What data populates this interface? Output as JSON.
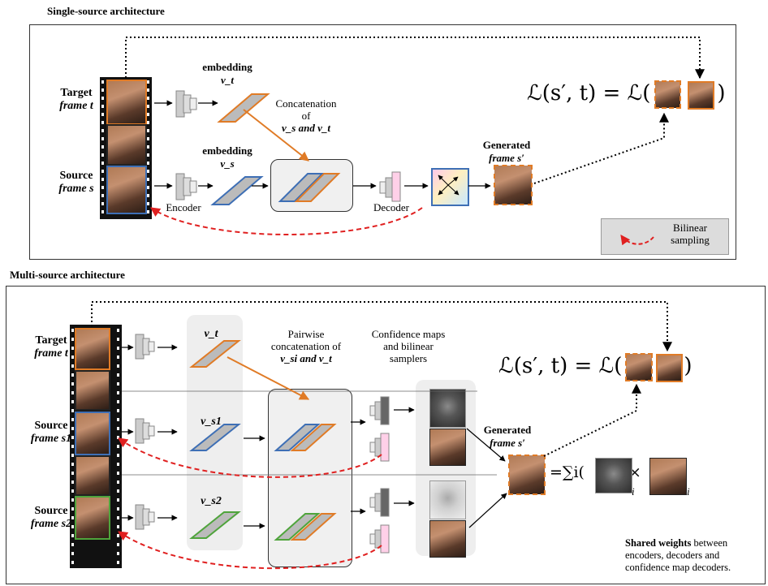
{
  "single": {
    "section_title": "Single-source architecture",
    "target_label_line1": "Target",
    "target_label_line2": "frame t",
    "source_label_line1": "Source",
    "source_label_line2": "frame s",
    "embedding_t_word": "embedding",
    "embedding_t_sym": "v_t",
    "embedding_s_word": "embedding",
    "embedding_s_sym": "v_s",
    "concat_line1": "Concatenation",
    "concat_line2": "of",
    "concat_line3": "v_s and v_t",
    "encoder_label": "Encoder",
    "decoder_label": "Decoder",
    "generated_line1": "Generated",
    "generated_line2": "frame s′",
    "loss": "ℒ(s′, t) = ℒ(",
    "loss_close": ")",
    "legend_line1": "Bilinear",
    "legend_line2": "sampling"
  },
  "multi": {
    "section_title": "Multi-source architecture",
    "target_label_line1": "Target",
    "target_label_line2": "frame t",
    "source1_label_line1": "Source",
    "source1_label_line2": "frame s1",
    "source2_label_line1": "Source",
    "source2_label_line2": "frame s2",
    "emb_t": "v_t",
    "emb_s1": "v_s1",
    "emb_s2": "v_s2",
    "pairwise_line1": "Pairwise",
    "pairwise_line2": "concatenation of",
    "pairwise_line3": "v_si and v_t",
    "conf_line1": "Confidence maps",
    "conf_line2": "and bilinear",
    "conf_line3": "samplers",
    "generated_line1": "Generated",
    "generated_line2": "frame s′",
    "loss": "ℒ(s′, t) = ℒ(",
    "loss_close": ")",
    "sum_formula": "=∑i(",
    "sum_times": "×",
    "sum_close": ")",
    "sub_i": "i",
    "shared_bold": "Shared weights",
    "shared_rest1": " between",
    "shared_rest2": "encoders, decoders and",
    "shared_rest3": "confidence map decoders."
  },
  "colors": {
    "target": "#e07b26",
    "source1": "#3e6fb5",
    "source2": "#4fa43c",
    "bilinear": "#e02020"
  }
}
